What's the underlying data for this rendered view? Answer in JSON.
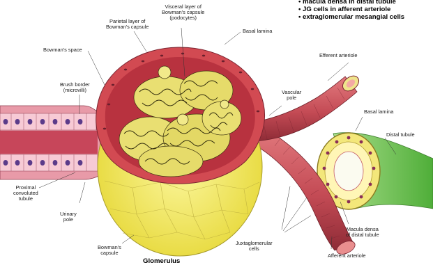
{
  "key_list": [
    "• macula densa in distal tubule",
    "• JG cells in afferent arteriole",
    "• extraglomerular mesangial cells"
  ],
  "caption": "Glomerulus",
  "labels": {
    "parietal_layer": [
      "Parietal layer of",
      "Bowman's capsule"
    ],
    "visceral_layer": [
      "Visceral layer of",
      "Bowman's capsule",
      "(podocytes)"
    ],
    "basal_lamina_top": [
      "Basal lamina"
    ],
    "bowmans_space": [
      "Bowman's space"
    ],
    "efferent_arteriole": [
      "Efferent arteriole"
    ],
    "brush_border": [
      "Brush border",
      "(microvilli)"
    ],
    "vascular_pole": [
      "Vascular",
      "pole"
    ],
    "basal_lamina_right": [
      "Basal lamina"
    ],
    "distal_tubule": [
      "Distal tubule"
    ],
    "proximal_tubule": [
      "Proximal",
      "convoluted",
      "tubule"
    ],
    "urinary_pole": [
      "Urinary",
      "pole"
    ],
    "macula_densa": [
      "Macula densa",
      "of distal tubule"
    ],
    "bowmans_capsule": [
      "Bowman's",
      "capsule"
    ],
    "juxtaglomerular_cells": [
      "Juxtaglomerular",
      "cells"
    ],
    "afferent_arteriole": [
      "Afferent arteriole"
    ]
  },
  "colors": {
    "capsule_outer": "#f5ec6a",
    "capsule_wall": "#d24a52",
    "bowmans_space": "#c2384a",
    "podocyte": "#e8e07a",
    "vessel": "#c8505a",
    "tubule_epithelium": "#f6c6d3",
    "distal_tubule": "#6cc44c"
  }
}
